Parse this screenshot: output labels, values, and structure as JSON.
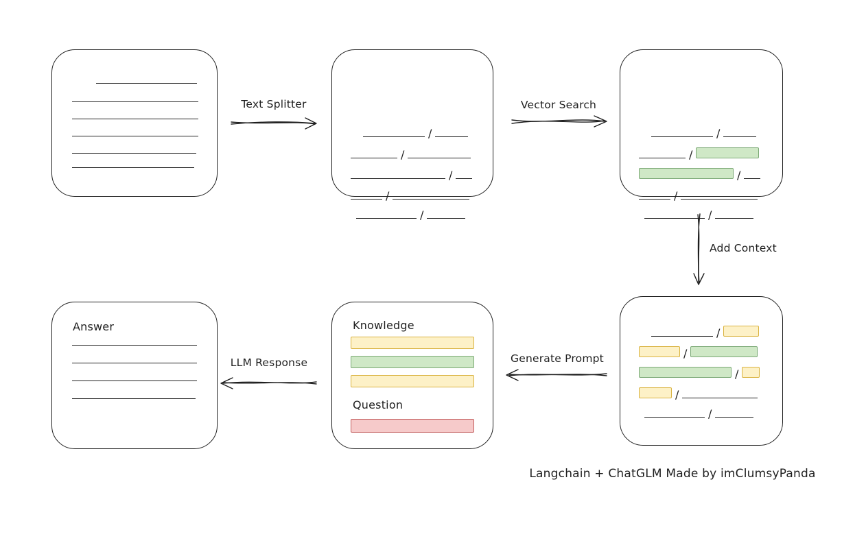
{
  "canvas": {
    "background": "#ffffff"
  },
  "colors": {
    "background": "#ffffff",
    "stroke": "#1e1e1e",
    "green_fill": "#cfe8c6",
    "green_stroke": "#7aa874",
    "yellow_fill": "#fdf1c7",
    "yellow_stroke": "#d9b23e",
    "red_fill": "#f6caca",
    "red_stroke": "#c25d5d"
  },
  "glyphs": {
    "separator": "/"
  },
  "arrows": {
    "text_splitter": {
      "label": "Text Splitter"
    },
    "vector_search": {
      "label": "Vector Search"
    },
    "add_context": {
      "label": "Add Context"
    },
    "generate_prompt": {
      "label": "Generate Prompt"
    },
    "llm_response": {
      "label": "LLM Response"
    }
  },
  "prompt_box": {
    "knowledge_label": "Knowledge",
    "question_label": "Question"
  },
  "answer_box": {
    "label": "Answer"
  },
  "footer": {
    "credit": "Langchain + ChatGLM Made by imClumsyPanda"
  }
}
